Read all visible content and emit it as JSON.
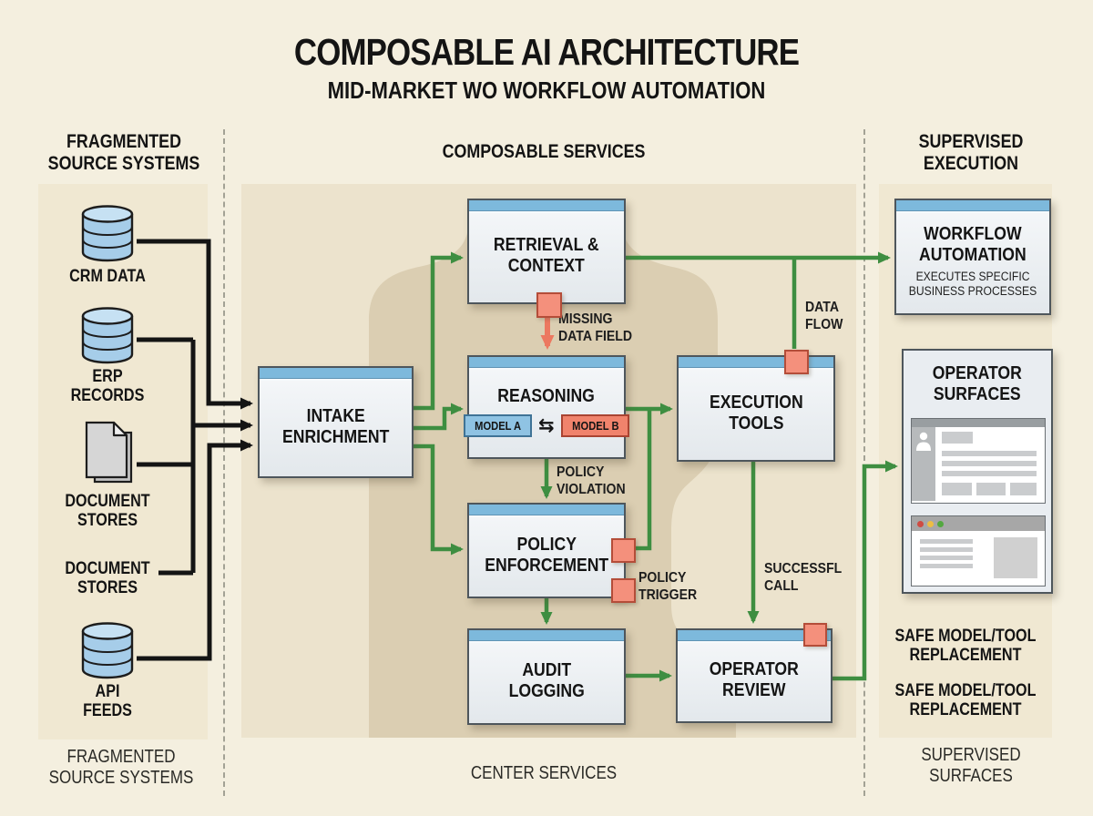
{
  "title": {
    "main": "COMPOSABLE AI ARCHITECTURE",
    "subtitle": "MID-MARKET WO WORKFLOW AUTOMATION"
  },
  "left": {
    "header": "FRAGMENTED\nSOURCE SYSTEMS",
    "footer": "FRAGMENTED\nSOURCE SYSTEMS",
    "items": [
      {
        "icon": "database-icon",
        "label": "CRM DATA"
      },
      {
        "icon": "database-icon",
        "label": "ERP\nRECORDS"
      },
      {
        "icon": "documents-icon",
        "label": "DOCUMENT\nSTORES"
      },
      {
        "icon": "none",
        "label": "DOCUMENT\nSTORES"
      },
      {
        "icon": "database-icon",
        "label": "API\nFEEDS"
      }
    ]
  },
  "center": {
    "header": "COMPOSABLE SERVICES",
    "footer": "CENTER SERVICES",
    "nodes": {
      "retrieval": {
        "title": "RETRIEVAL &\nCONTEXT"
      },
      "intake": {
        "title": "INTAKE\nENRICHMENT"
      },
      "reasoning": {
        "title": "REASONING",
        "model_a": "MODEL A",
        "model_b": "MODEL B",
        "swap_icon": "⇆"
      },
      "execution": {
        "title": "EXECUTION\nTOOLS"
      },
      "policy": {
        "title": "POLICY\nENFORCEMENT"
      },
      "audit": {
        "title": "AUDIT\nLOGGING"
      },
      "review": {
        "title": "OPERATOR\nREVIEW"
      }
    },
    "flow_labels": {
      "missing_data_field": "MISSING\nDATA FIELD",
      "data_flow": "DATA\nFLOW",
      "policy_violation": "POLICY\nVIOLATION",
      "policy_trigger": "POLICY\nTRIGGER",
      "successful_call": "SUCCESSFL\nCALL"
    }
  },
  "right": {
    "header": "SUPERVISED\nEXECUTION",
    "footer": "SUPERVISED\nSURFACES",
    "workflow": {
      "title": "WORKFLOW\nAUTOMATION",
      "subtitle": "EXECUTES SPECIFIC\nBUSINESS PROCESSES"
    },
    "surfaces": {
      "title": "OPERATOR\nSURFACES"
    },
    "notes": [
      "SAFE MODEL/TOOL\nREPLACEMENT",
      "SAFE MODEL/TOOL\nREPLACEMENT"
    ]
  },
  "colors": {
    "background": "#f4efdf",
    "side_panel": "#f0e8d2",
    "center_panel": "#ece3cd",
    "silhouette": "#dbceb2",
    "node_fill": "#f3f5f7",
    "node_top_bar": "#7db9dc",
    "flow_green": "#3e8e41",
    "connector_salmon": "#f4907c",
    "salmon_border": "#b44d39",
    "model_a_blue": "#8fc3e3",
    "model_b_salmon": "#f0836c",
    "source_line_black": "#141414",
    "database_blue": "#a6cde9"
  }
}
